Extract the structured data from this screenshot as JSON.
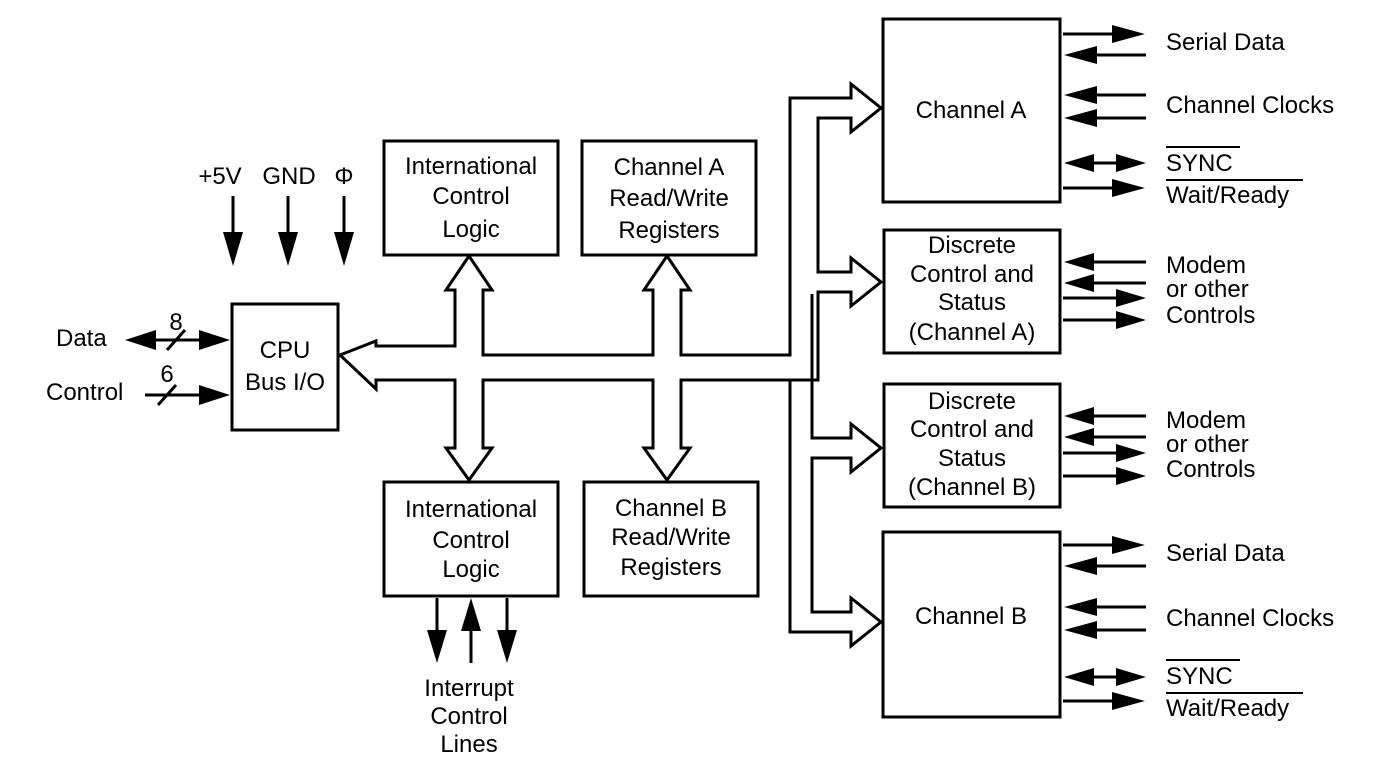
{
  "power": {
    "vcc": "+5V",
    "gnd": "GND",
    "clock": "Φ"
  },
  "cpu": {
    "lines": [
      "CPU",
      "Bus I/O"
    ],
    "data_label": "Data",
    "data_width": "8",
    "control_label": "Control",
    "control_width": "6"
  },
  "icl_top": {
    "lines": [
      "International",
      "Control",
      "Logic"
    ]
  },
  "icl_bottom": {
    "lines": [
      "International",
      "Control",
      "Logic"
    ]
  },
  "reg_a": {
    "lines": [
      "Channel A",
      "Read/Write",
      "Registers"
    ]
  },
  "reg_b": {
    "lines": [
      "Channel B",
      "Read/Write",
      "Registers"
    ]
  },
  "interrupt": {
    "lines": [
      "Interrupt",
      "Control",
      "Lines"
    ]
  },
  "channel_a": {
    "label": "Channel A",
    "signals": [
      "Serial Data",
      "Channel Clocks",
      "SYNC",
      "Wait/Ready"
    ]
  },
  "discrete_a": {
    "lines": [
      "Discrete",
      "Control and",
      "Status",
      "(Channel A)"
    ],
    "signals": [
      "Modem",
      "or other",
      "Controls"
    ]
  },
  "discrete_b": {
    "lines": [
      "Discrete",
      "Control and",
      "Status",
      "(Channel B)"
    ],
    "signals": [
      "Modem",
      "or other",
      "Controls"
    ]
  },
  "channel_b": {
    "label": "Channel B",
    "signals": [
      "Serial Data",
      "Channel Clocks",
      "SYNC",
      "Wait/Ready"
    ]
  }
}
